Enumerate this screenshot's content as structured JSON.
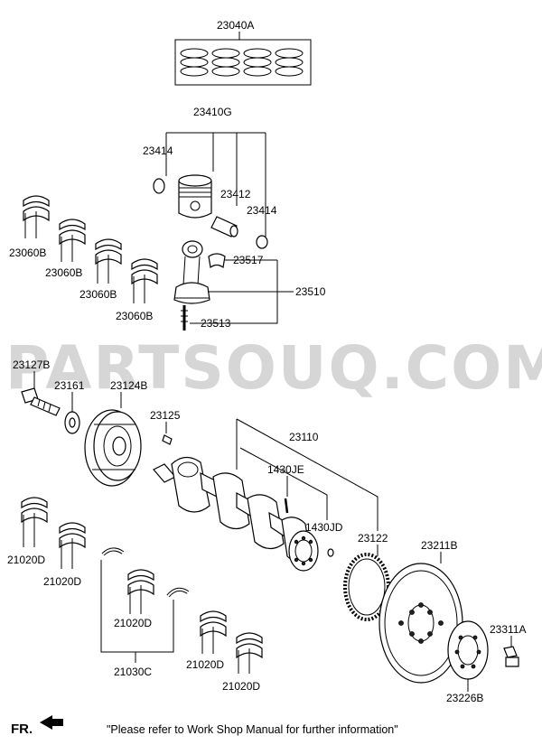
{
  "watermark": "PARTSOUQ.COM",
  "direction_label": "FR.",
  "footer_note": "\"Please refer to Work Shop Manual for further information\"",
  "parts": {
    "p23040A": "23040A",
    "p23410G": "23410G",
    "p23414a": "23414",
    "p23412": "23412",
    "p23414b": "23414",
    "p23517": "23517",
    "p23510": "23510",
    "p23513": "23513",
    "p23060B_1": "23060B",
    "p23060B_2": "23060B",
    "p23060B_3": "23060B",
    "p23060B_4": "23060B",
    "p23127B": "23127B",
    "p23161": "23161",
    "p23124B": "23124B",
    "p23125": "23125",
    "p23110": "23110",
    "p1430JE": "1430JE",
    "p1430JD": "1430JD",
    "p23122": "23122",
    "p23211B": "23211B",
    "p23311A": "23311A",
    "p23226B": "23226B",
    "p21020D_1": "21020D",
    "p21020D_2": "21020D",
    "p21020D_3": "21020D",
    "p21020D_4": "21020D",
    "p21020D_5": "21020D",
    "p21030C": "21030C"
  }
}
